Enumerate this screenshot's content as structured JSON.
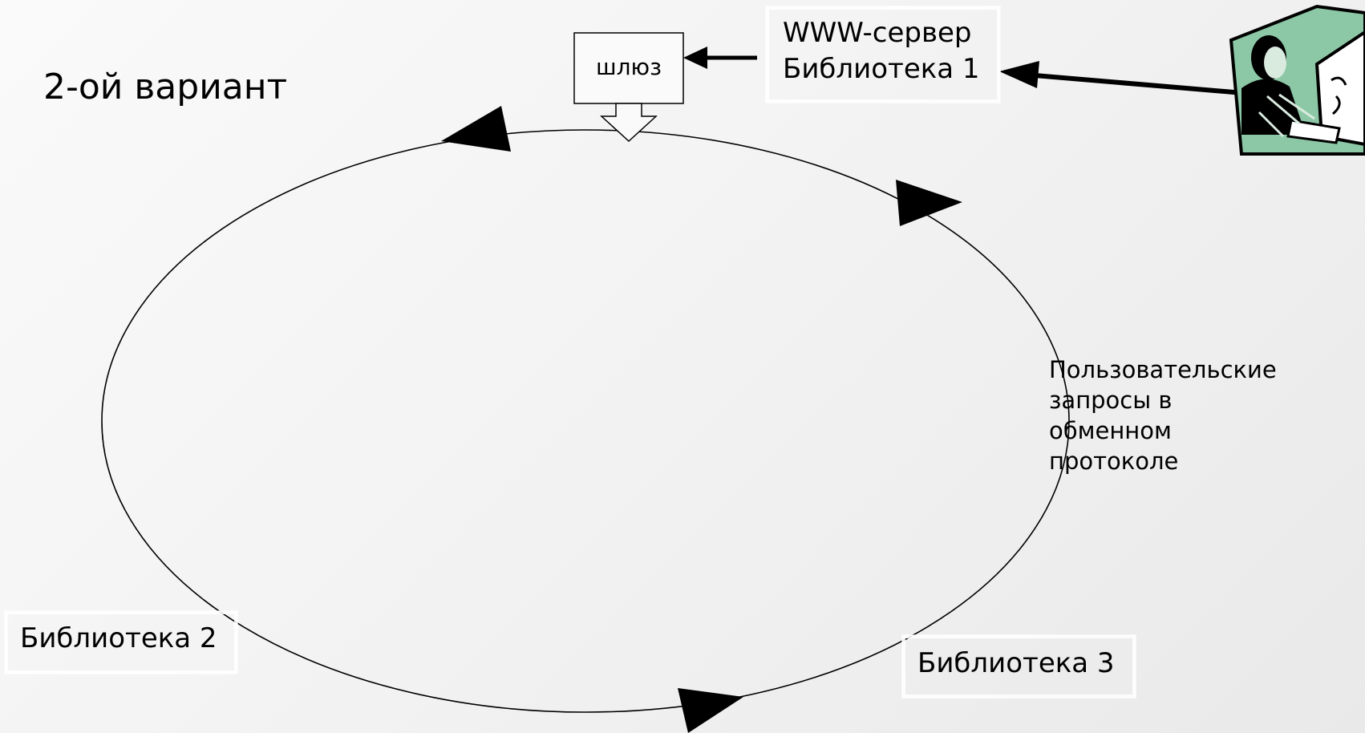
{
  "title": "2-ой вариант",
  "gateway": {
    "label": "шлюз"
  },
  "server": {
    "line1": "WWW-сервер",
    "line2": "Библиотека 1"
  },
  "library2": "Библиотека 2",
  "library3": "Библиотека 3",
  "protocol_note": {
    "lines": [
      "Пользовательские",
      "запросы в",
      "обменном",
      "протоколе"
    ]
  },
  "icons": {
    "user": "user-at-computer-icon"
  },
  "colors": {
    "line": "#000000",
    "clipart_green": "#8dc8a6",
    "background": "#f3f3f3"
  }
}
